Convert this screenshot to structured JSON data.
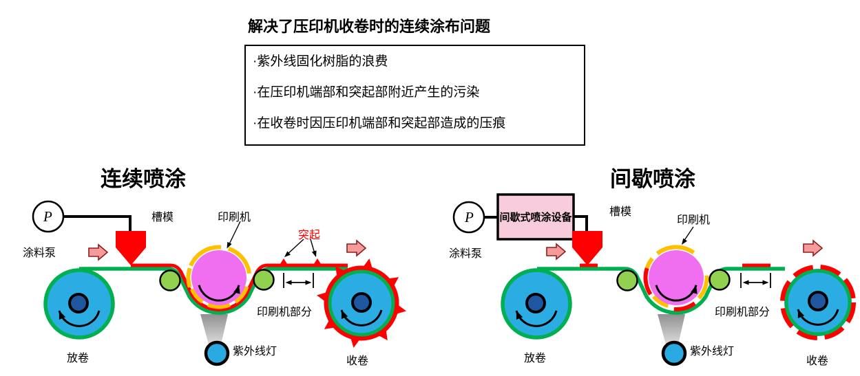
{
  "title": "解决了压印机收卷时的连续涂布问题",
  "problem_box": {
    "items": [
      "·紫外线固化树脂的浪费",
      "·在压印机端部和突起部附近产生的污染",
      "·在收卷时因压印机端部和突起部造成的压痕"
    ]
  },
  "left_diagram": {
    "title": "连续喷涂",
    "pump_symbol": "P",
    "pump_label": "涂料泵",
    "die_label": "槽模",
    "press_label": "印刷机",
    "bump_label": "突起",
    "press_section_label": "印刷机部分",
    "uv_label": "紫外线灯",
    "unwind_label": "放卷",
    "rewind_label": "收卷"
  },
  "right_diagram": {
    "title": "间歇喷涂",
    "pump_symbol": "P",
    "pump_label": "涂料泵",
    "device_label": "间歇式喷涂设备",
    "die_label": "槽模",
    "press_label": "印刷机",
    "press_section_label": "印刷机部分",
    "uv_label": "紫外线灯",
    "unwind_label": "放卷",
    "rewind_label": "收卷"
  },
  "colors": {
    "red": "#FF0000",
    "web_green": "#00B050",
    "roller_green": "#92D050",
    "coating_yellow": "#FFC000",
    "cylinder_pink": "#F06EF0",
    "roll_blue": "#2BACE2",
    "hub_blue": "#1E56A0",
    "arrow_pink": "#F59B9B",
    "device_box_pink": "#F8CCDC"
  }
}
